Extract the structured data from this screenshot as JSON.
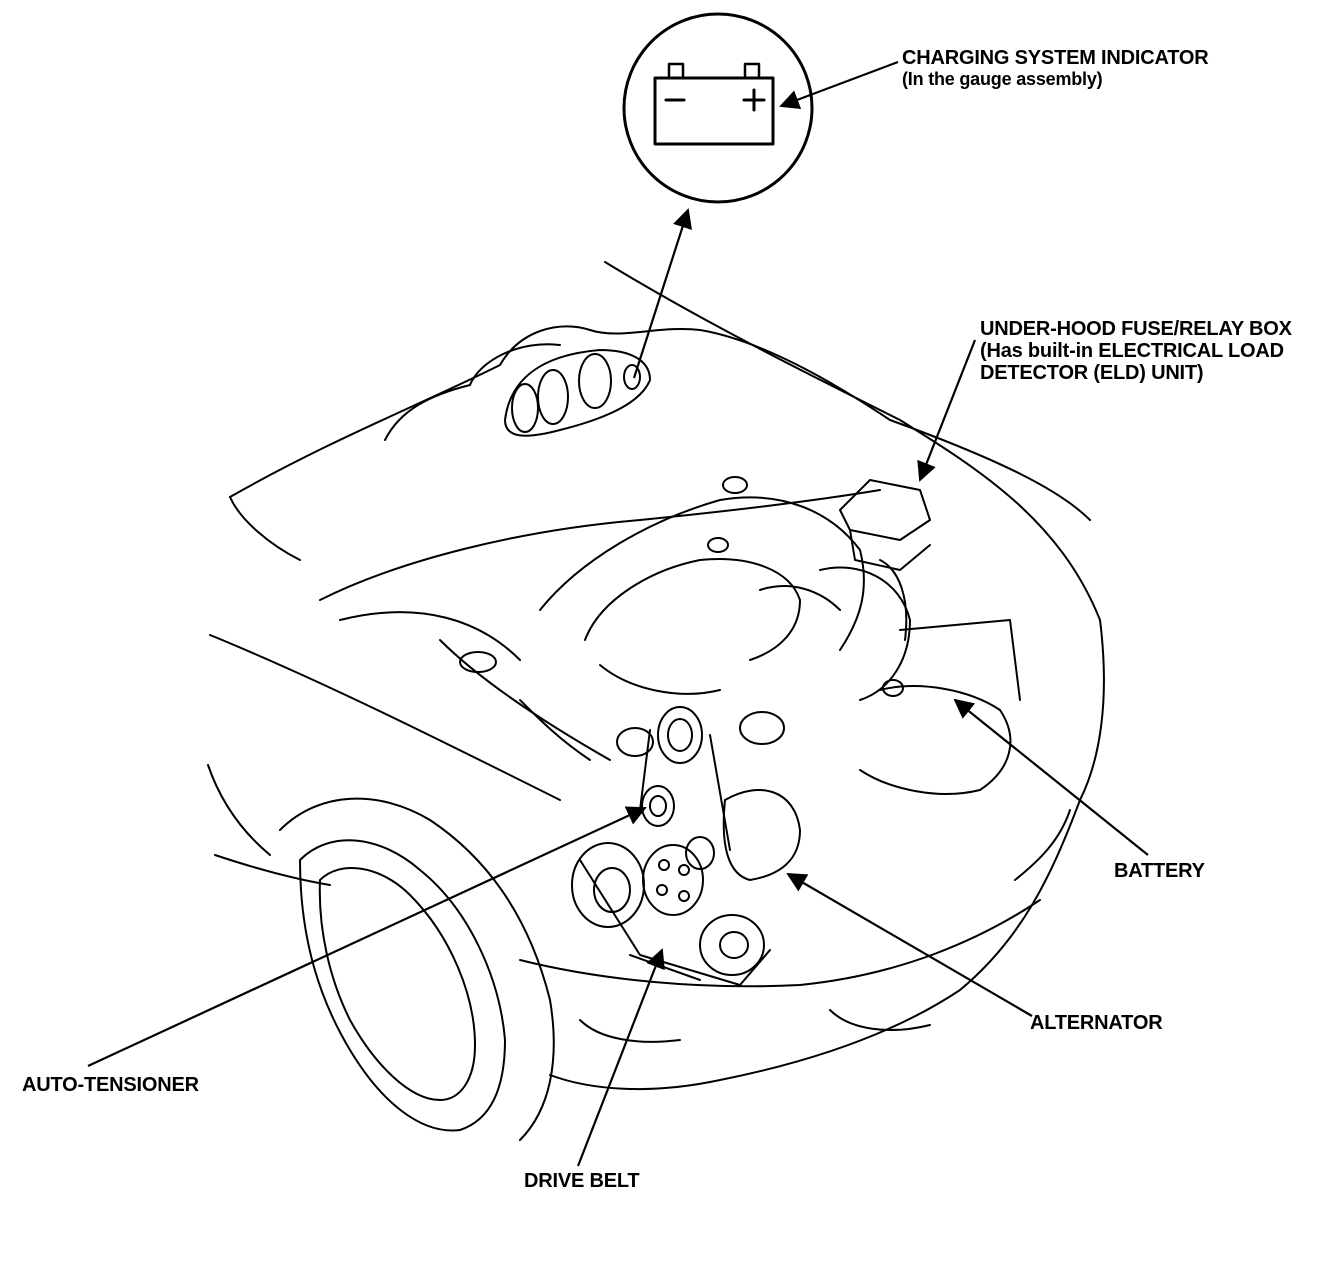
{
  "labels": {
    "charging_indicator": {
      "line1": "CHARGING SYSTEM INDICATOR",
      "line2": "(In the gauge assembly)"
    },
    "fuse_box": {
      "line1": "UNDER-HOOD FUSE/RELAY BOX",
      "line2": "(Has built-in ELECTRICAL LOAD",
      "line3": "DETECTOR (ELD) UNIT)"
    },
    "battery": "BATTERY",
    "alternator": "ALTERNATOR",
    "auto_tensioner": "AUTO-TENSIONER",
    "drive_belt": "DRIVE BELT"
  },
  "battery_icon": {
    "minus": "−",
    "plus": "+"
  },
  "colors": {
    "ink": "#000000",
    "paper": "#ffffff"
  }
}
